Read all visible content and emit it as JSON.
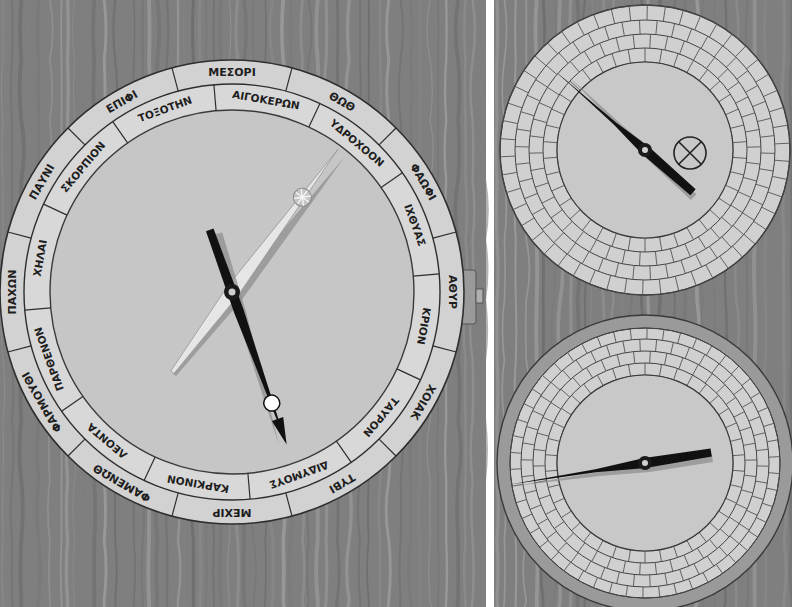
{
  "diagram": {
    "labels": [
      "ΜΕΣΟΡΙ",
      "ΘΩΘ",
      "ΦΑΩΦΙ",
      "ΑΘΥΡ",
      "ΧΟΙΑΚ",
      "ΤΥΒΙ",
      "ΜΕΧΙΡ",
      "ΦΑΜΕΝΩΘ",
      "ΦΑΡΜΟΥΘΙ",
      "ΠΑΧΩΝ",
      "ΠΑΥΝΙ",
      "ΕΠΙΦΙ",
      "ΤΟΞΟΤΗΝ",
      "ΑΙΓΟΚΕΡΩΝ",
      "ΥΔΡΟΧΟΟΝ",
      "ΙΧΘΥΑΣ",
      "ΚΡΙΟΝ",
      "ΤΑΥΡΟΝ",
      "ΔΙΔΥΜΟΥΣ",
      "ΚΑΡΚΙΝΟΝ",
      "ΛΕΟΝΤΑ",
      "ΠΑΡΘΕΝΟΝ",
      "ΧΗΛΑΙ",
      "ΣΚΟΡΠΙΟΝ"
    ]
  }
}
